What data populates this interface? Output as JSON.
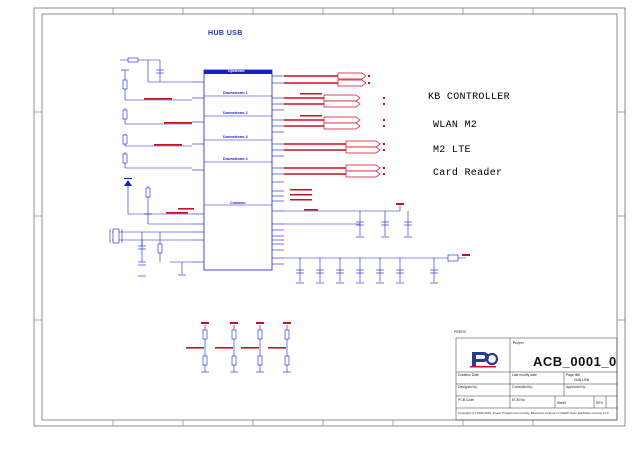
{
  "sheet": {
    "block_title": "HUB USB",
    "annotations": [
      "KB CONTROLLER",
      "WLAN M2",
      "M2 LTE",
      "Card Reader"
    ],
    "ic": {
      "sections": [
        "Upstream",
        "Downstream 1",
        "Downstream 2",
        "Downstream 3",
        "Downstream 4",
        "Common"
      ]
    }
  },
  "title_block": {
    "pref_label": "PREFIX",
    "logo_text": "PPO",
    "project_label": "Project",
    "project_name": "ACB_0001_0",
    "creation_date_label": "Creation Date",
    "last_modify_label": "Last modify date",
    "page_title_label": "Page title",
    "page_title_value": "HUB USB",
    "designed_by_label": "Designed by:",
    "controlled_by_label": "Controlled by:",
    "approved_by_label": "Approved by:",
    "pcb_code_label": "PCB Code",
    "ecm_label": "ECM No",
    "sheet_label": "Sheet",
    "rev_label": "REV",
    "copyright": "Copyright (C) 2004-2015, Power Program Community, Electronic License to OSHW Open Hardware Licence v1.0"
  },
  "colors": {
    "wire": "#1b1bd1",
    "bus": "#d10a1e",
    "net_label": "#c81020",
    "frame": "#333333",
    "ic_fill": "#ffffff"
  }
}
